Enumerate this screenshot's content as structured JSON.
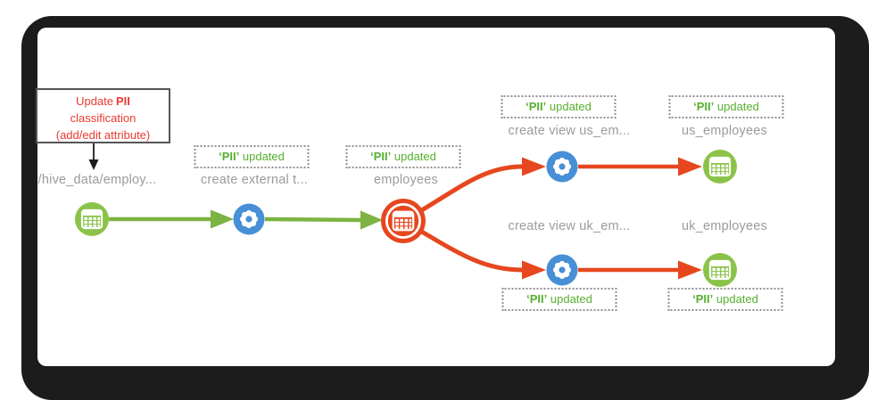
{
  "diagram": {
    "title_context": "lineage-diagram",
    "annotation": {
      "line1_prefix": "Update",
      "line1_bold": "PII",
      "line2": "classification",
      "line3": "(add/edit attribute)"
    },
    "badge": {
      "tag": "‘PII’",
      "text": "updated"
    },
    "nodes": {
      "source": {
        "label": "/hive_data/employ...",
        "type": "hdfs-path"
      },
      "op_external": {
        "label": "create external t...",
        "type": "operation"
      },
      "employees": {
        "label": "employees",
        "type": "table-selected"
      },
      "op_view_us": {
        "label": "create view us_em...",
        "type": "operation"
      },
      "us_employees": {
        "label": "us_employees",
        "type": "table"
      },
      "op_view_uk": {
        "label": "create view uk_em...",
        "type": "operation"
      },
      "uk_employees": {
        "label": "uk_employees",
        "type": "table"
      }
    },
    "colors": {
      "green_node": "#8bc34a",
      "green_edge": "#7cb342",
      "blue_node": "#478fd6",
      "red": "#e6471e",
      "label_gray": "#9b9b9b",
      "badge_green": "#56b02f",
      "annotation_red": "#e83a2f",
      "frame_black": "#1c1c1c"
    }
  }
}
